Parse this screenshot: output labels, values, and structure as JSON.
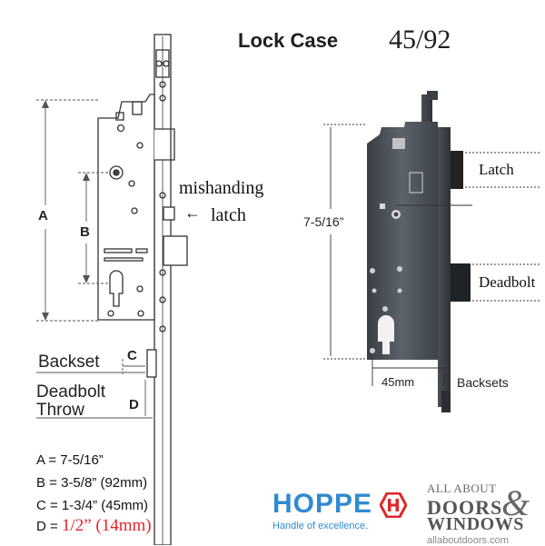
{
  "title": {
    "word": "Lock Case",
    "number": "45/92"
  },
  "left_diagram": {
    "dim_a": "A",
    "dim_b": "B",
    "dim_c": "C",
    "dim_d": "D",
    "mishanding_line1": "mishanding",
    "mishanding_line2": "latch",
    "backset_label": "Backset",
    "deadbolt_line1": "Deadbolt",
    "deadbolt_line2": "Throw"
  },
  "photo": {
    "height_label": "7-5/16”",
    "latch_label": "Latch",
    "deadbolt_label": "Deadbolt",
    "backset_value": "45mm",
    "backsets_label": "Backsets"
  },
  "specs": {
    "a": "A = 7-5/16”",
    "b": "B = 3-5/8” (92mm)",
    "c": "C = 1-3/4” (45mm)",
    "d_prefix": "D = ",
    "d_value": "1/2” (14mm)"
  },
  "hoppe": {
    "name": "HOPPE",
    "tagline": "Handle of excellence."
  },
  "aadw": {
    "line1": "ALL ABOUT",
    "line2": "DOORS",
    "amp": "&",
    "line3": "WINDOWS",
    "url": "allaboutdoors.com"
  },
  "colors": {
    "spec_red": "#e0262b",
    "hoppe_blue": "#2f8bd0",
    "hoppe_red": "#e0262b"
  }
}
